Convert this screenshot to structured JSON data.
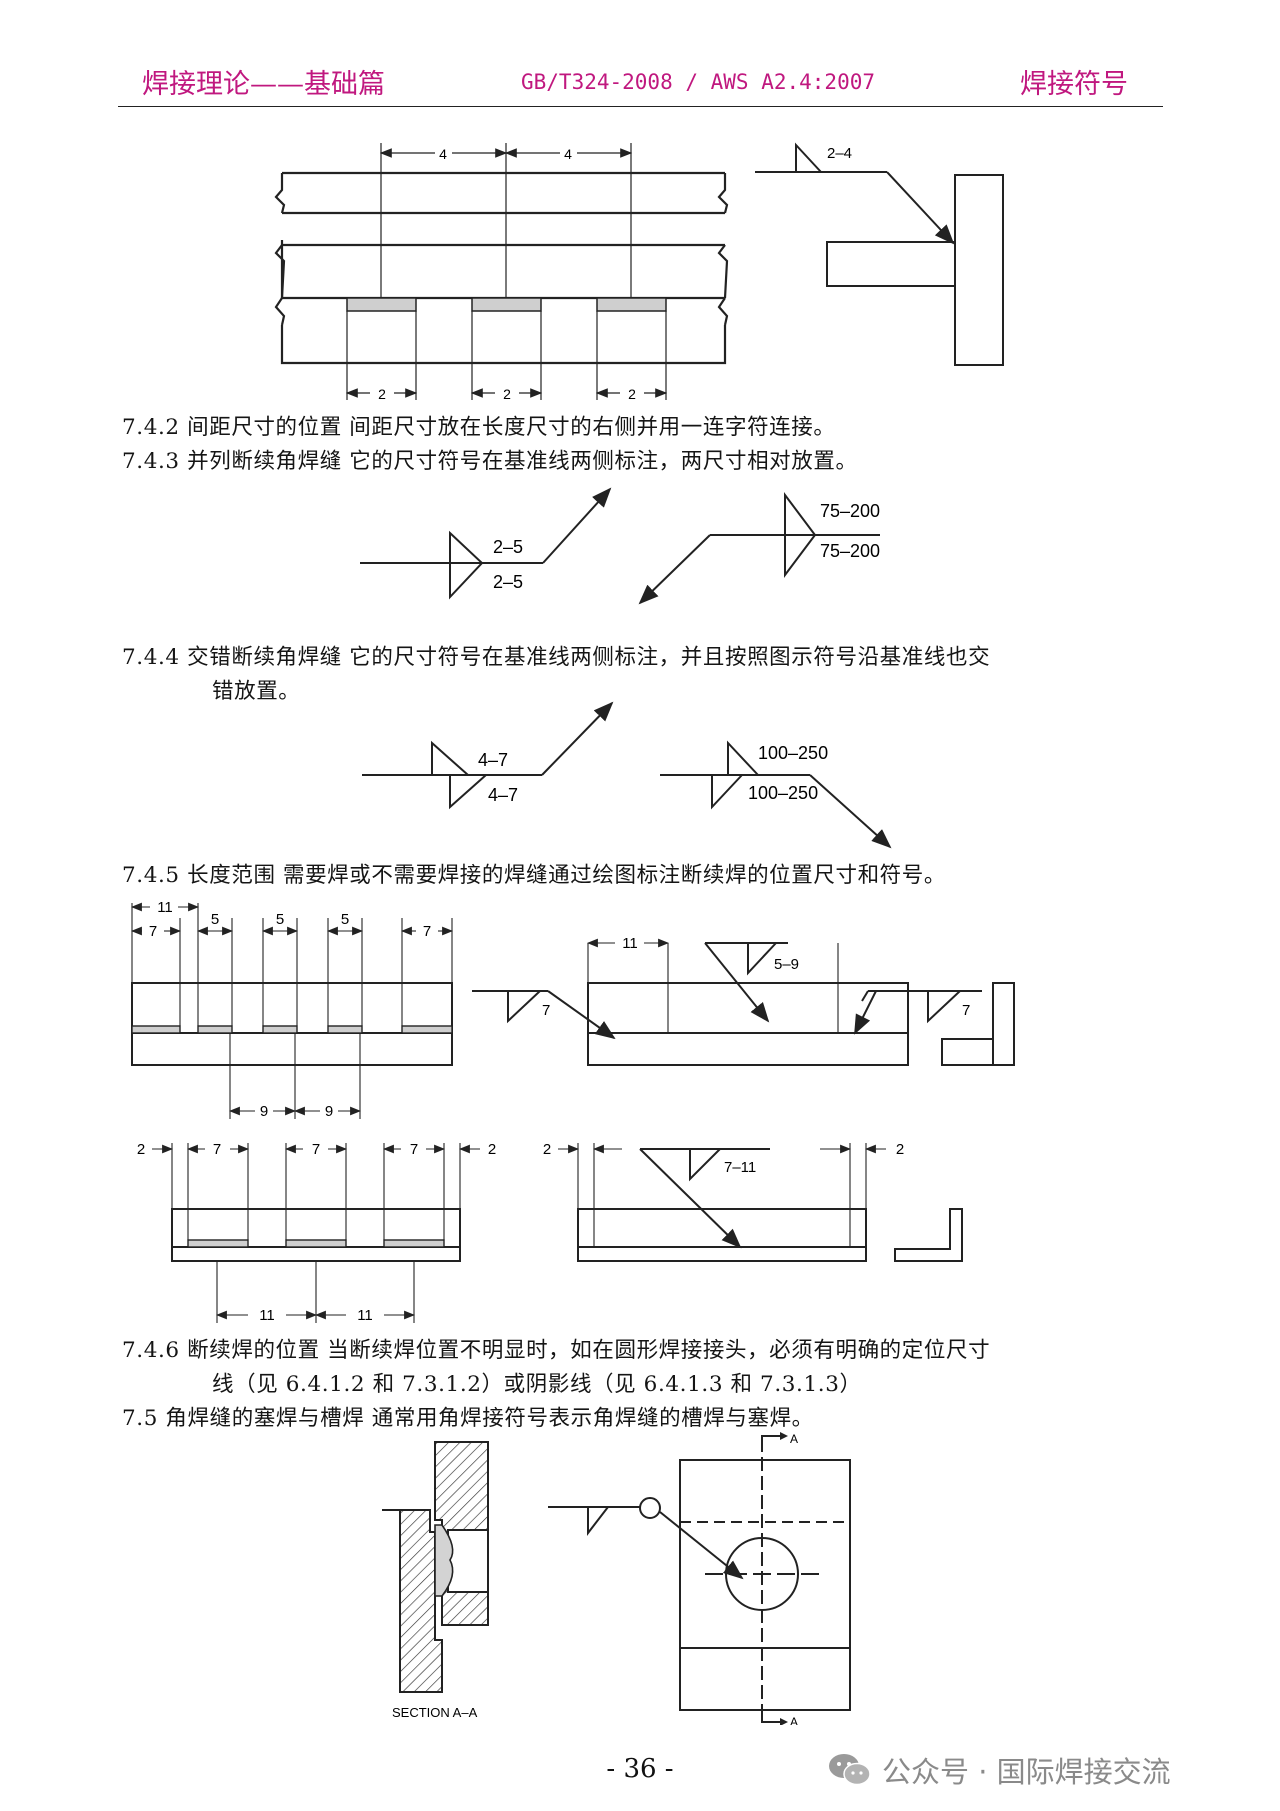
{
  "header": {
    "left": "焊接理论——基础篇",
    "center": "GB/T324-2008 / AWS A2.4:2007",
    "right": "焊接符号"
  },
  "paragraphs": [
    {
      "id": "p742",
      "text": "7.4.2 间距尺寸的位置   间距尺寸放在长度尺寸的右侧并用一连字符连接。"
    },
    {
      "id": "p743",
      "text": "7.4.3 并列断续角焊缝   它的尺寸符号在基准线两侧标注，两尺寸相对放置。"
    },
    {
      "id": "p744a",
      "text": "7.4.4 交错断续角焊缝    它的尺寸符号在基准线两侧标注，并且按照图示符号沿基准线也交"
    },
    {
      "id": "p744b",
      "text": "错放置。"
    },
    {
      "id": "p745",
      "text": "7.4.5 长度范围   需要焊或不需要焊接的焊缝通过绘图标注断续焊的位置尺寸和符号。"
    },
    {
      "id": "p746a",
      "text": "7.4.6 断续焊的位置    当断续焊位置不明显时，如在圆形焊接接头，必须有明确的定位尺寸"
    },
    {
      "id": "p746b",
      "text": "线（见 6.4.1.2 和 7.3.1.2）或阴影线（见 6.4.1.3 和 7.3.1.3）"
    },
    {
      "id": "p75",
      "text": "7.5 角焊缝的塞焊与槽焊    通常用角焊接符号表示角焊缝的槽焊与塞焊。"
    }
  ],
  "fig1": {
    "dim_top_1": "4",
    "dim_top_2": "4",
    "dim_bot_1": "2",
    "dim_bot_2": "2",
    "dim_bot_3": "2",
    "symbol": "2–4"
  },
  "fig2": {
    "left_top": "2–5",
    "left_bottom": "2–5",
    "right_top": "75–200",
    "right_bottom": "75–200"
  },
  "fig3": {
    "left_top": "4–7",
    "left_bottom": "4–7",
    "right_top": "100–250",
    "right_bottom": "100–250"
  },
  "fig4": {
    "d11": "11",
    "d7a": "7",
    "d5a": "5",
    "d5b": "5",
    "d5c": "5",
    "d7b": "7",
    "d9a": "9",
    "d9b": "9",
    "sym_left": "7",
    "sym_mid_dim": "11",
    "sym_mid": "5–9",
    "sym_right": "7"
  },
  "fig5": {
    "l2a": "2",
    "l7a": "7",
    "l7b": "7",
    "l7c": "7",
    "l2b": "2",
    "l11a": "11",
    "l11b": "11",
    "r2a": "2",
    "r_sym": "7–11",
    "r2b": "2"
  },
  "fig6": {
    "section": "SECTION A–A",
    "mark_top": "A",
    "mark_bottom": "A"
  },
  "footer": {
    "page": "- 36 -",
    "watermark": "公众号 · 国际焊接交流"
  }
}
